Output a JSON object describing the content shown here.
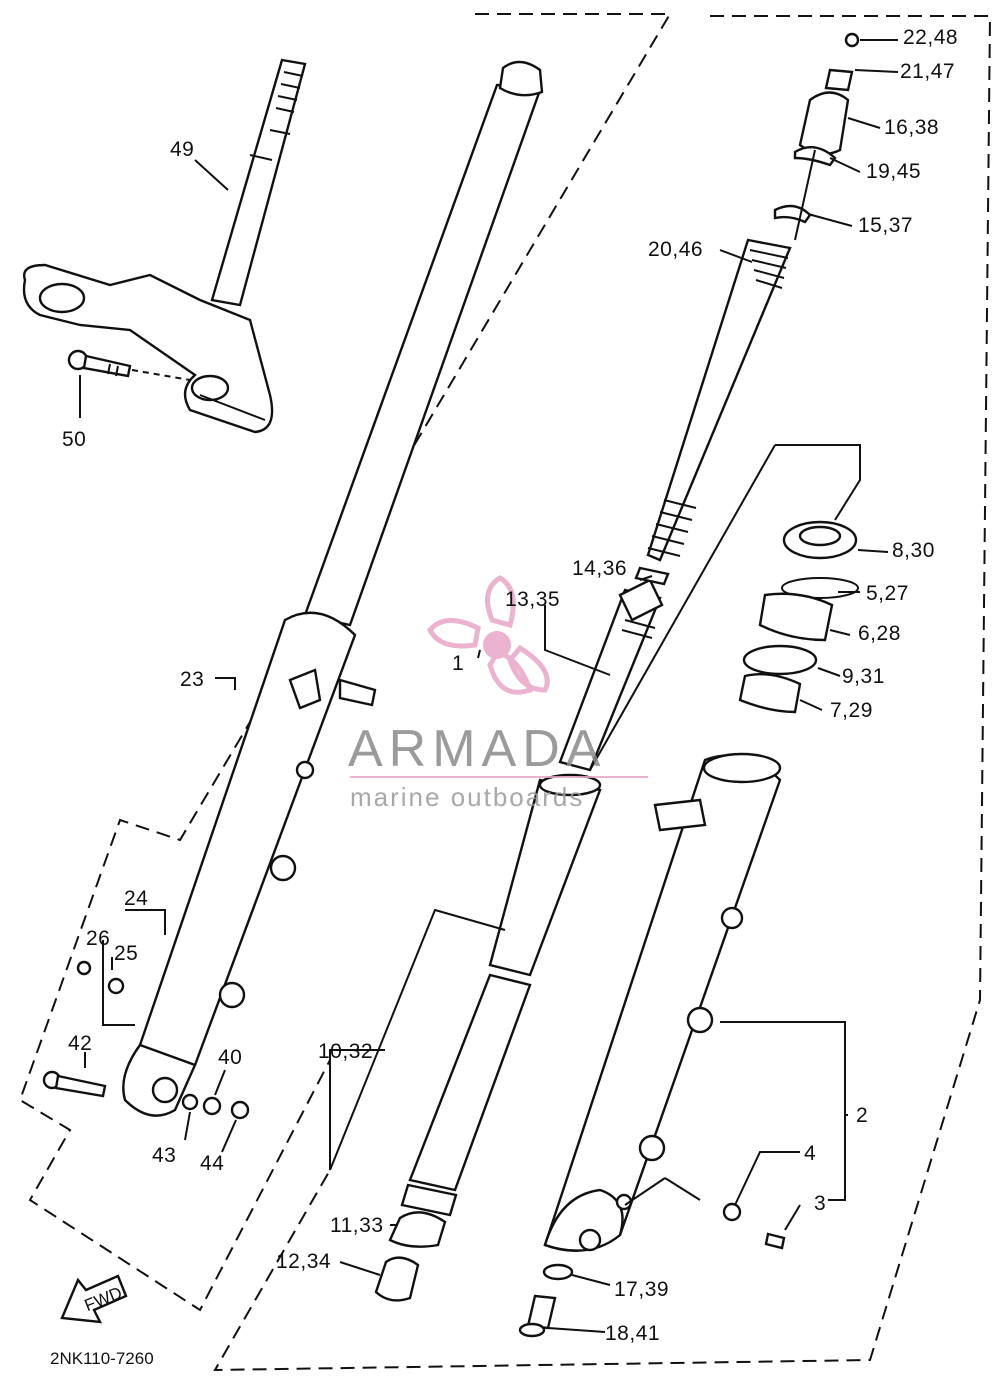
{
  "diagram_code": "2NK110-7260",
  "fwd_arrow_text": "FWD",
  "watermark": {
    "brand": "ARMADA",
    "tagline": "marine outboards",
    "logo_color": "#e8a6c8",
    "line_color": "#e8a6c8"
  },
  "labels": {
    "p49": "49",
    "p50": "50",
    "p23": "23",
    "p24": "24",
    "p26": "26",
    "p25": "25",
    "p42": "42",
    "p40": "40",
    "p43": "43",
    "p44": "44",
    "p10_32": "10,32",
    "p11_33": "11,33",
    "p12_34": "12,34",
    "p13_35": "13,35",
    "p14_36": "14,36",
    "p1": "1",
    "p20_46": "20,46",
    "p22_48": "22,48",
    "p21_47": "21,47",
    "p16_38": "16,38",
    "p19_45": "19,45",
    "p15_37": "15,37",
    "p8_30": "8,30",
    "p5_27": "5,27",
    "p6_28": "6,28",
    "p9_31": "9,31",
    "p7_29": "7,29",
    "p2": "2",
    "p4": "4",
    "p3": "3",
    "p17_39": "17,39",
    "p18_41": "18,41"
  }
}
